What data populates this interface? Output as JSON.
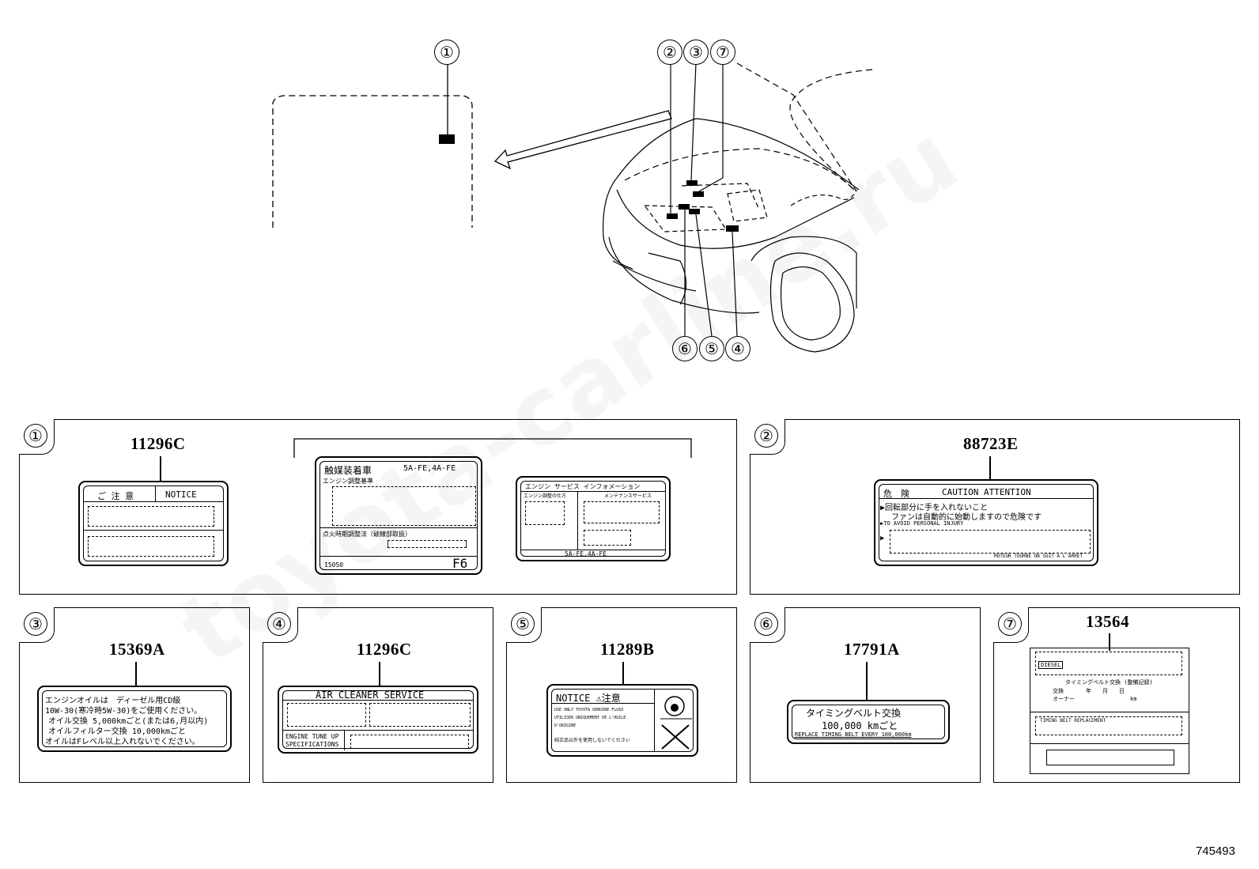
{
  "diagram_id": "745493",
  "watermark": "toyota-carline.ru",
  "callouts": [
    "①",
    "②",
    "③",
    "④",
    "⑤",
    "⑥",
    "⑦"
  ],
  "panels": [
    {
      "num": "①",
      "parts": [
        "11296C"
      ]
    },
    {
      "num": "②",
      "parts": [
        "88723E"
      ]
    },
    {
      "num": "③",
      "parts": [
        "15369A"
      ]
    },
    {
      "num": "④",
      "parts": [
        "11296C"
      ]
    },
    {
      "num": "⑤",
      "parts": [
        "11289B"
      ]
    },
    {
      "num": "⑥",
      "parts": [
        "17791A"
      ]
    },
    {
      "num": "⑦",
      "parts": [
        "13564"
      ]
    }
  ],
  "labels": {
    "notice_jp": "ご 注 意",
    "notice_en": "NOTICE",
    "catalyst_title": "触媒装着車",
    "catalyst_engine": "5A-FE,4A-FE",
    "catalyst_sub1": "エンジン調整基準",
    "catalyst_sub2": "点火時期調整法（破線部取扱）",
    "catalyst_code": "15050",
    "catalyst_mark": "F6",
    "info_title": "エンジン  サービス  インフォメーション",
    "info_left": "エンジン調整の仕方",
    "info_right": "メンテナンスサービス",
    "info_engine": "5A-FE,4A-FE",
    "caution_head_jp": "危　険",
    "caution_head_en": "CAUTION  ATTENTION",
    "caution_line1": "▶回転部分に手を入れないこと",
    "caution_line2": "ファンは自動的に始動しますので危険です",
    "caution_line3": "▶TO AVOID PERSONAL INJURY",
    "caution_line4": "▶",
    "caution_line5": "MOTEUR TOURNE ON SOIT A L'ARRET",
    "oil_line1": "エンジンオイルは　ディーゼル用CD級",
    "oil_line2": "10W-30(寒冷時5W-30)をご使用ください。",
    "oil_line3": "オイル交換 5,000kmごと(または6,月以内)",
    "oil_line4": "オイルフィルター交換 10,000kmごと",
    "oil_line5": "オイルはFレベル以上入れないでください。",
    "air_title": "AIR CLEANER SERVICE",
    "air_spec1": "ENGINE TUNE UP",
    "air_spec2": "SPECIFICATIONS",
    "notice5_head": "NOTICE  ⚠注意",
    "notice5_l1": "USE ONLY TOYOTA GENUINE FLUID",
    "notice5_l2": "UTILISER UNIQUEMENT DE L'HUILE",
    "notice5_l3": "D'ORIGINE",
    "notice5_l4": "純正品以外を使用しないでください",
    "timing_l1": "タイミングベルト交換",
    "timing_l2": "100,000 kmごと",
    "timing_l3": "REPLACE TIMING BELT EVERY 100,000km",
    "belt_tag": "DIESEL",
    "belt_l1": "タイミングベルト交換 (整備記録)",
    "belt_l2": "交換　　　　年　　月　　日",
    "belt_l3": "オーナー　　　　　　　　　　km",
    "belt_l4": "TIMING BELT REPLACEMENT"
  }
}
